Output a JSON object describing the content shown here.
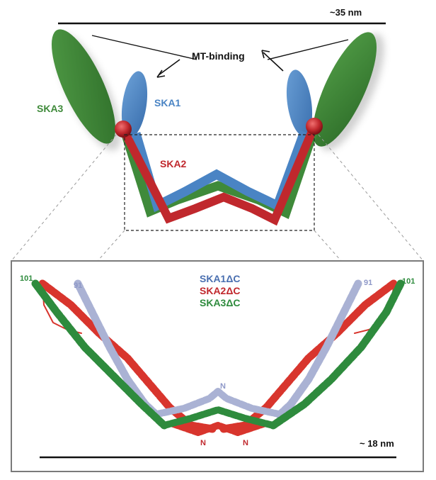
{
  "top_scale": {
    "label": "~35 nm"
  },
  "annotation": {
    "mt_binding": "MT-binding"
  },
  "cartoon_labels": {
    "ska1": "SKA1",
    "ska2": "SKA2",
    "ska3": "SKA3"
  },
  "legend": {
    "ska1": "SKA1ΔC",
    "ska2": "SKA2ΔC",
    "ska3": "SKA3ΔC"
  },
  "residue_labels": {
    "ska3_left": "101",
    "ska1_left": "91",
    "ska1_right": "91",
    "ska3_right": "101",
    "ska1_n": "N",
    "ska2_n_left": "N",
    "ska2_n_right": "N"
  },
  "bottom_scale": {
    "label": "~ 18 nm"
  },
  "colors": {
    "ska1": "#4a84c4",
    "ska2": "#c0282d",
    "ska3": "#3f8a3a",
    "ska1_ribbon": "#aab2d4",
    "ska2_ribbon": "#d8352d",
    "ska3_ribbon": "#2e8b3d",
    "frame": "#7a7a7a"
  }
}
